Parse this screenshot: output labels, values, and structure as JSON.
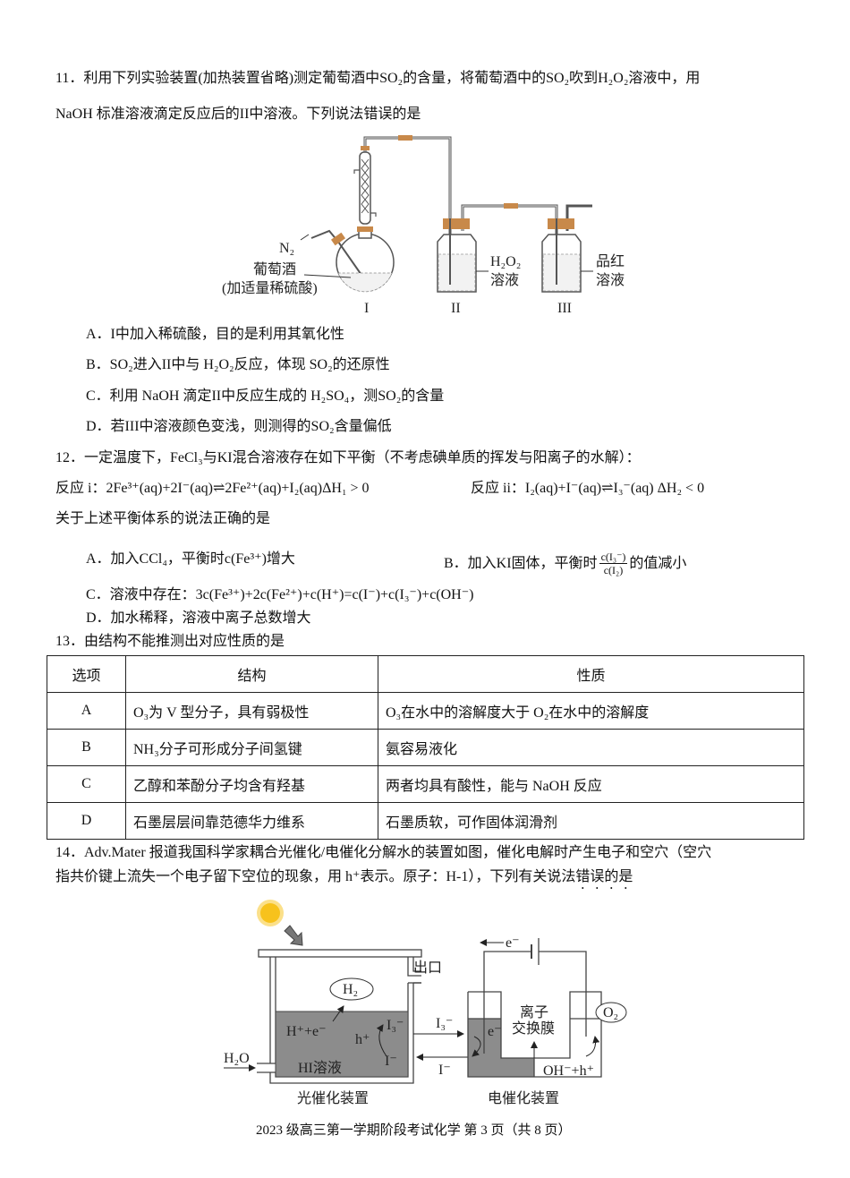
{
  "q11": {
    "stem_line1": "11．利用下列实验装置(加热装置省略)测定葡萄酒中SO₂的含量，将葡萄酒中的SO₂吹到H₂O₂溶液中，用",
    "stem_line2": "NaOH 标准溶液滴定反应后的II中溶液。下列说法错误的是",
    "figure": {
      "n2": "N₂",
      "wine": "葡萄酒",
      "wine_note": "(加适量稀硫酸)",
      "h2o2": "H₂O₂",
      "h2o2_sol": "溶液",
      "pinhong": "品红",
      "pinhong_sol": "溶液",
      "label_1": "I",
      "label_2": "II",
      "label_3": "III"
    },
    "options": [
      "A．I中加入稀硫酸，目的是利用其氧化性",
      "B．SO₂进入II中与 H₂O₂反应，体现 SO₂的还原性",
      "C．利用 NaOH 滴定II中反应生成的 H₂SO₄，测SO₂的含量",
      "D．若III中溶液颜色变浅，则测得的SO₂含量偏低"
    ]
  },
  "q12": {
    "stem": "12．一定温度下，FeCl₃与KI混合溶液存在如下平衡（不考虑碘单质的挥发与阳离子的水解）：",
    "reaction_i": "反应 i：2Fe³⁺(aq)+2I⁻(aq)⇌2Fe²⁺(aq)+I₂(aq)ΔH₁ > 0",
    "reaction_ii": "反应 ii：I₂(aq)+I⁻(aq)⇌I₃⁻(aq) ΔH₂ < 0",
    "question": "关于上述平衡体系的说法正确的是",
    "option_a": "A．加入CCl₄，平衡时c(Fe³⁺)增大",
    "option_b_pre": "B．加入KI固体，平衡时",
    "option_b_num": "c(I₃⁻)",
    "option_b_den": "c(I₂)",
    "option_b_post": "的值减小",
    "option_c": "C．溶液中存在：3c(Fe³⁺)+2c(Fe²⁺)+c(H⁺)=c(I⁻)+c(I₃⁻)+c(OH⁻)",
    "option_d": "D．加水稀释，溶液中离子总数增大"
  },
  "q13": {
    "stem": "13．由结构不能推测出对应性质的是",
    "headers": [
      "选项",
      "结构",
      "性质"
    ],
    "rows": [
      [
        "A",
        "O₃为 V 型分子，具有弱极性",
        "O₃在水中的溶解度大于 O₂在水中的溶解度"
      ],
      [
        "B",
        "NH₃分子可形成分子间氢键",
        "氨容易液化"
      ],
      [
        "C",
        "乙醇和苯酚分子均含有羟基",
        "两者均具有酸性，能与 NaOH 反应"
      ],
      [
        "D",
        "石墨层层间靠范德华力维系",
        "石墨质软，可作固体润滑剂"
      ]
    ]
  },
  "q14": {
    "stem_line1": "14．Adv.Mater 报道我国科学家耦合光催化/电催化分解水的装置如图，催化电解时产生电子和空穴（空穴",
    "stem_line2_pre": "指共价键上流失一个电子留下空位的现象，用 h⁺表示。原子：H-1），下列有关说法",
    "stem_line2_emph": "错误",
    "stem_line2_post": "的是",
    "figure": {
      "outlet": "出口",
      "h2": "H₂",
      "h_plus_e": "H⁺+e⁻",
      "h_plus": "h⁺",
      "i3_left": "I₃⁻",
      "i_minus_left": "I⁻",
      "water": "H₂O",
      "hi_solution": "HI溶液",
      "i3_arrow": "I₃⁻",
      "i_minus_arrow": "I⁻",
      "electron_top": "e⁻",
      "electron_cell": "e⁻",
      "membrane_1": "离子",
      "membrane_2": "交换膜",
      "o2": "O₂",
      "oh_h": "OH⁻+h⁺",
      "caption_photo": "光催化装置",
      "caption_electro": "电催化装置"
    }
  },
  "footer": "2023 级高三第一学期阶段考试化学  第 3 页（共 8 页）",
  "colors": {
    "liquid": "#8c8c8c",
    "stopper": "#c8894a",
    "sun": "#f7c21c"
  }
}
